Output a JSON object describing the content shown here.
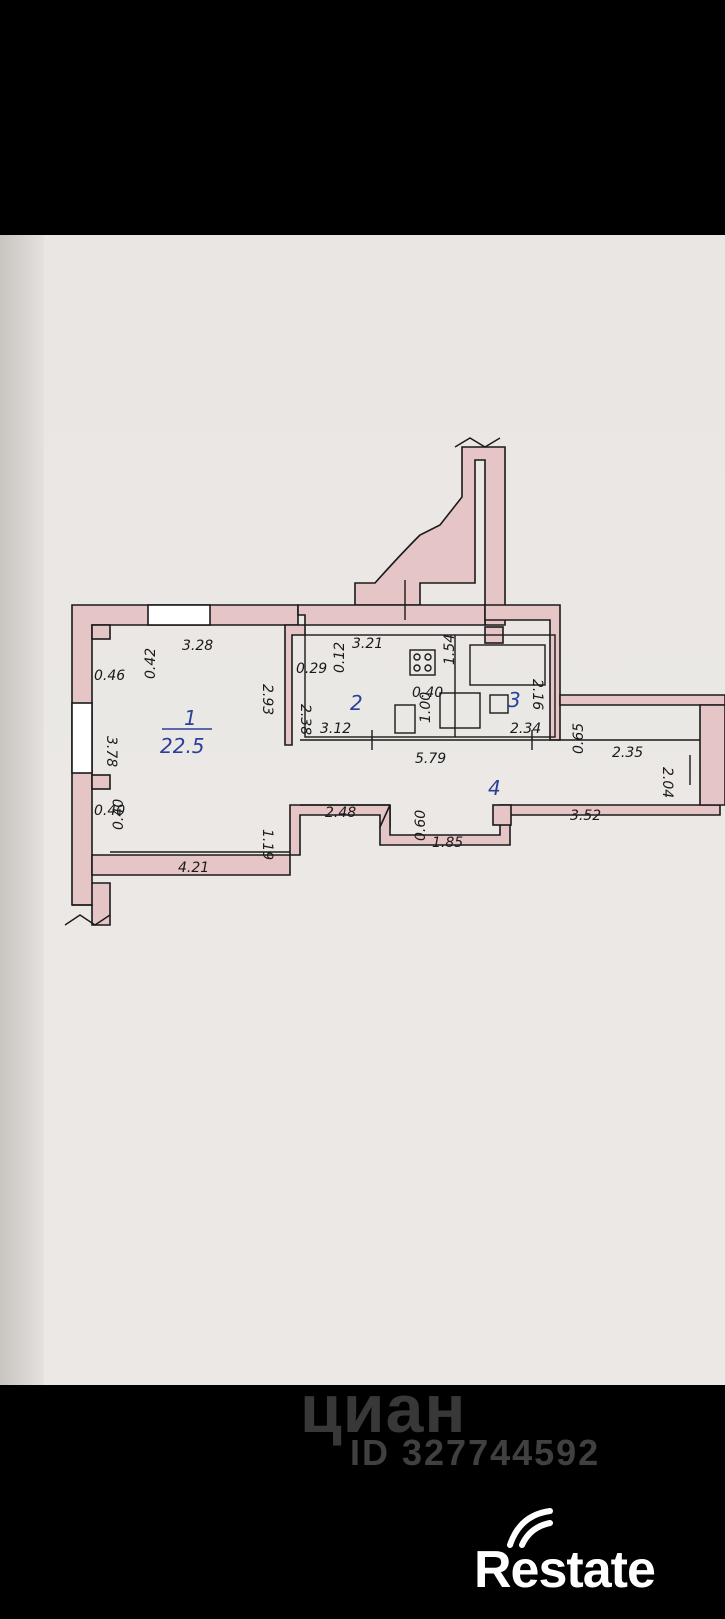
{
  "rooms": [
    {
      "number": "1",
      "area": "22.5"
    },
    {
      "number": "2",
      "area": ""
    },
    {
      "number": "3",
      "area": ""
    },
    {
      "number": "4",
      "area": ""
    }
  ],
  "dimensions": {
    "room1_top": "3.28",
    "room1_left_a": "0.46",
    "room1_left_b": "0.42",
    "room1_left_height": "3.78",
    "room1_left_c": "0.40",
    "room1_left_d": "0.40",
    "room1_right": "2.93",
    "room1_bottom": "4.21",
    "room1_bottom_right": "1.19",
    "room2_top": "3.21",
    "room2_a": "0.29",
    "room2_b": "0.12",
    "room2_left": "2.38",
    "room2_bottom": "3.12",
    "room2_c": "0.40",
    "room2_d": "1.00",
    "room2_e": "1.54",
    "room3_right": "2.16",
    "room3_bottom": "2.34",
    "corridor_length": "5.79",
    "corridor_a": "2.48",
    "corridor_b": "0.60",
    "corridor_c": "1.85",
    "corridor_d": "0.65",
    "corridor_e": "2.35",
    "corridor_f": "3.52",
    "corridor_g": "2.04"
  },
  "watermark": {
    "brand": "циан",
    "listing_id": "ID 327744592",
    "site": "Restate"
  },
  "colors": {
    "wall_fill": "#e6c5c6",
    "line": "#1a1a1a",
    "room_number": "#2a3f9a",
    "paper": "#e9e6e3"
  }
}
